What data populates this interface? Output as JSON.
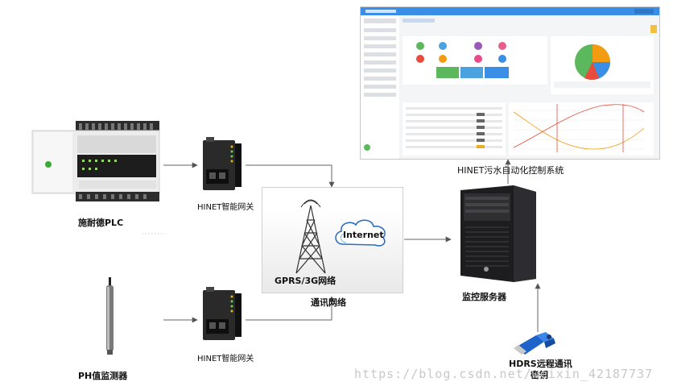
{
  "devices": {
    "plc": "施耐德PLC",
    "gateway_top": "HINET智能网关",
    "gateway_bottom": "HINET智能网关",
    "ph_monitor": "PH值监测器",
    "server": "监控服务器",
    "dongle": "HDRS远程通讯",
    "dongle_line2": "密钥",
    "scada": "HINET污水自动化控制系统"
  },
  "network": {
    "cloud": "Internet",
    "tower": "GPRS/3G网络",
    "caption": "通讯网络"
  },
  "watermark": "https://blog.csdn.net/weixin_42187737",
  "colors": {
    "arrow": "#555555",
    "scada_header": "#3a8ee6",
    "server_body": "#1d1d1f"
  }
}
